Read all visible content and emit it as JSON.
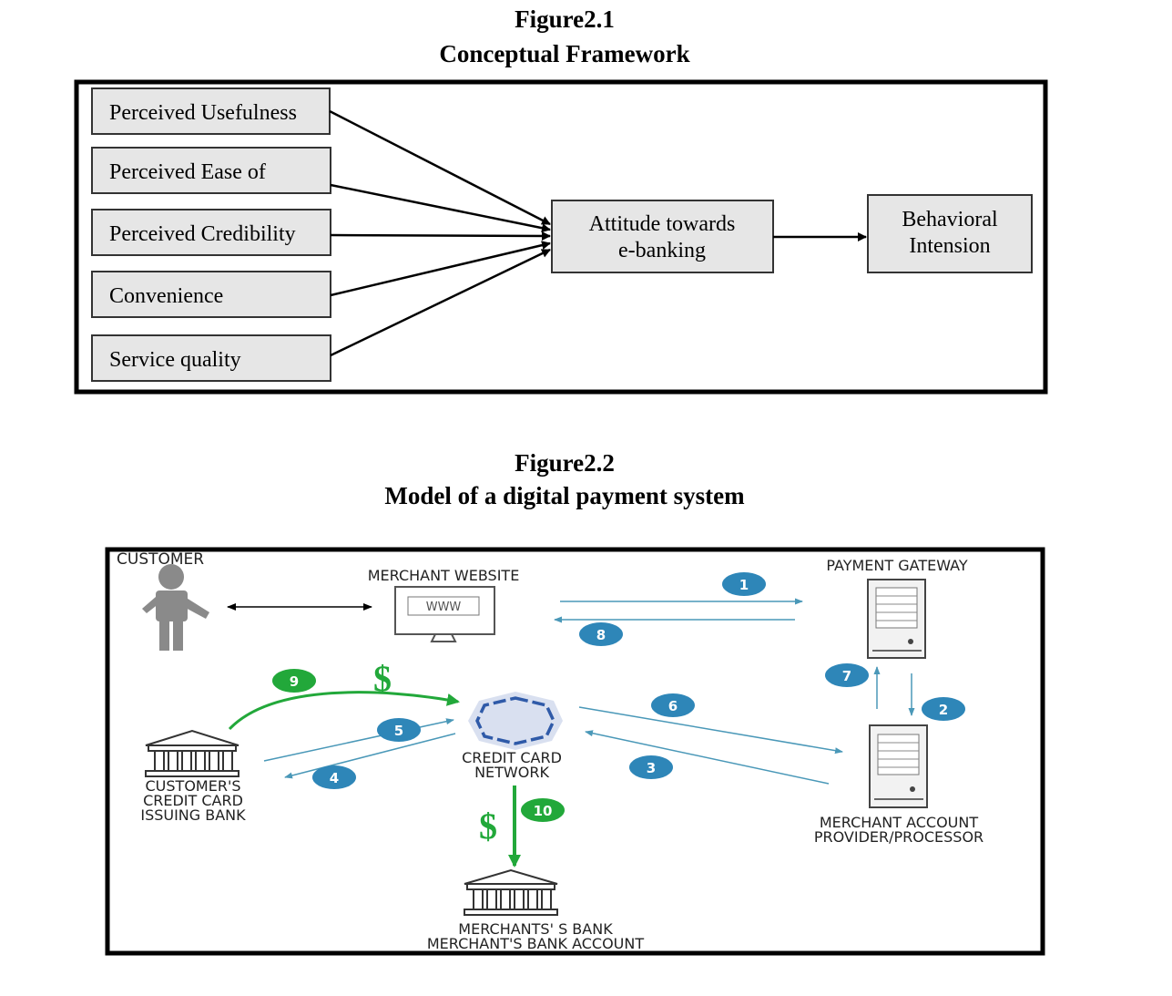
{
  "figure1": {
    "number": "Figure2.1",
    "title": "Conceptual Framework",
    "factors": [
      "Perceived Usefulness",
      "Perceived Ease of",
      "Perceived Credibility",
      "Convenience",
      "Service quality"
    ],
    "mediator": [
      "Attitude towards",
      "e-banking"
    ],
    "outcome": [
      "Behavioral",
      "Intension"
    ]
  },
  "figure2": {
    "number": "Figure2.2",
    "title": "Model of a digital payment system",
    "labels": {
      "customer": "CUSTOMER",
      "merchant_website": "MERCHANT WEBSITE",
      "www": "WWW",
      "payment_gateway": "PAYMENT GATEWAY",
      "credit_card_network": [
        "CREDIT CARD",
        "NETWORK"
      ],
      "issuing_bank": [
        "CUSTOMER'S",
        "CREDIT CARD",
        "ISSUING BANK"
      ],
      "merchant_account": [
        "MERCHANT ACCOUNT",
        "PROVIDER/PROCESSOR"
      ],
      "merchant_bank": [
        "MERCHANTS' S BANK",
        "MERCHANT'S BANK ACCOUNT"
      ],
      "dollar": "$"
    },
    "steps": [
      "1",
      "2",
      "3",
      "4",
      "5",
      "6",
      "7",
      "8",
      "9",
      "10"
    ],
    "colors": {
      "step_blue": "#2e86b8",
      "money_green": "#22a83a",
      "flow_line": "#4a98b8"
    }
  }
}
